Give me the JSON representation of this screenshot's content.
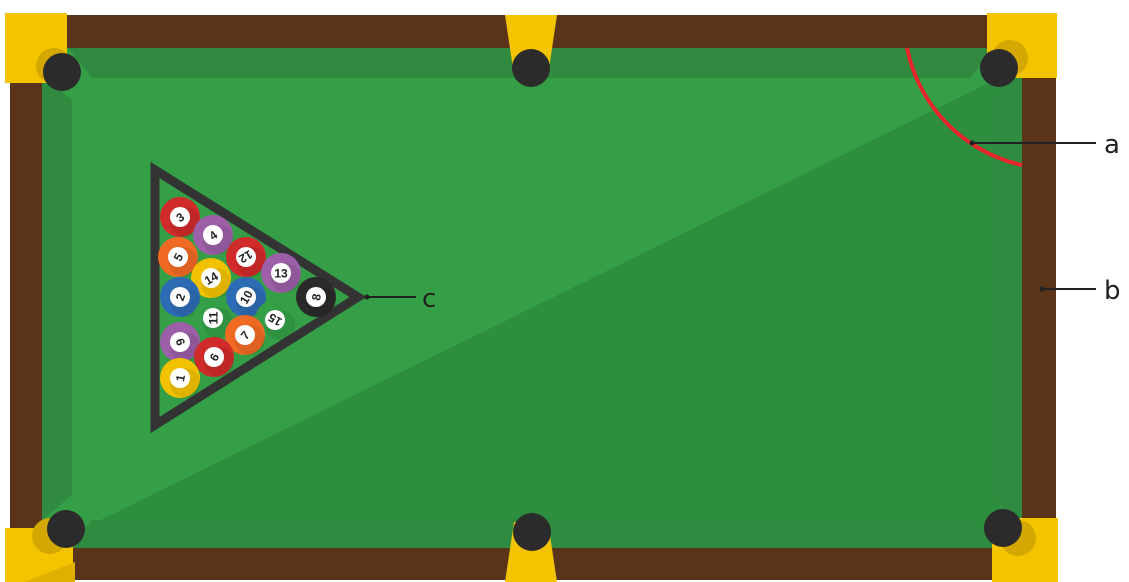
{
  "colors": {
    "rail": "#5a3418",
    "felt": "#349f46",
    "felt_dark": "#2e8b3f",
    "felt_shadow": "#2f8440",
    "corner": "#f5c400",
    "corner_shade": "#d4a800",
    "pocket": "#2b2b2b",
    "rack": "#333333",
    "angle_arc": "#e8252a",
    "leader_line": "#222222"
  },
  "callouts": {
    "a": "a",
    "b": "b",
    "c": "c"
  },
  "balls": [
    {
      "number": "3",
      "color": "#d02a2a",
      "icon": "striped-ball-red"
    },
    {
      "number": "4",
      "color": "#9c5fa8",
      "icon": "solid-ball-purple"
    },
    {
      "number": "5",
      "color": "#f06a24",
      "icon": "solid-ball-orange"
    },
    {
      "number": "12",
      "color": "#d02a2a",
      "icon": "ball-red"
    },
    {
      "number": "14",
      "color": "#f2c200",
      "icon": "ball-yellow"
    },
    {
      "number": "13",
      "color": "#9c5fa8",
      "icon": "ball-purple"
    },
    {
      "number": "2",
      "color": "#2d6cb5",
      "icon": "ball-blue"
    },
    {
      "number": "10",
      "color": "#2d6cb5",
      "icon": "ball-blue"
    },
    {
      "number": "8",
      "color": "#2a2a2a",
      "icon": "eight-ball"
    },
    {
      "number": "11",
      "color": "#349f46",
      "icon": "ball-green"
    },
    {
      "number": "15",
      "color": "#349f46",
      "icon": "ball-green"
    },
    {
      "number": "7",
      "color": "#f06a24",
      "icon": "ball-orange"
    },
    {
      "number": "9",
      "color": "#9c5fa8",
      "icon": "ball-purple"
    },
    {
      "number": "6",
      "color": "#d02a2a",
      "icon": "ball-red"
    },
    {
      "number": "1",
      "color": "#f2c200",
      "icon": "ball-yellow"
    }
  ]
}
